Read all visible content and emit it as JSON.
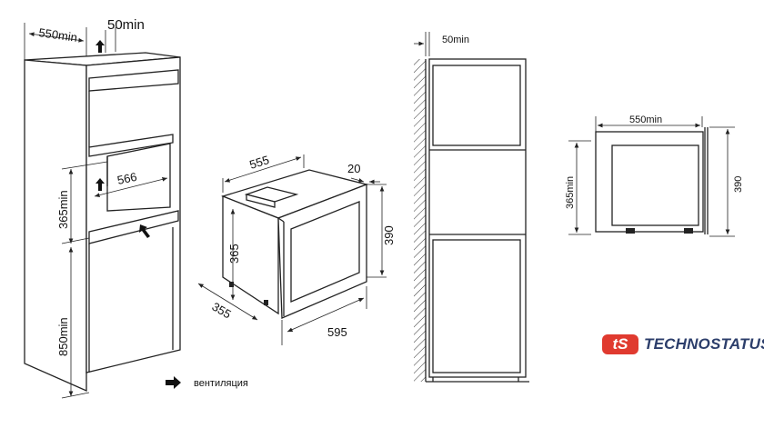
{
  "cabinet_view": {
    "depth_label": "550min",
    "vent_gap_label": "50min",
    "niche_width_label": "566",
    "niche_height_label": "365min",
    "base_height_label": "850min"
  },
  "oven_view": {
    "depth_label": "555",
    "door_thickness_label": "20",
    "front_height_label": "390",
    "body_height_label": "365",
    "body_depth_label": "355",
    "front_width_label": "595"
  },
  "side_view": {
    "wall_gap_label": "50min"
  },
  "niche_side_view": {
    "depth_label": "550min",
    "niche_height_label": "365min",
    "front_height_label": "390"
  },
  "legend": {
    "ventilation_label": "вентиляция"
  },
  "brand": {
    "logo_mark": "tS",
    "name": "TECHNOSTATUS",
    "colors": {
      "red": "#e03a2f",
      "navy": "#2c3e6b"
    }
  }
}
